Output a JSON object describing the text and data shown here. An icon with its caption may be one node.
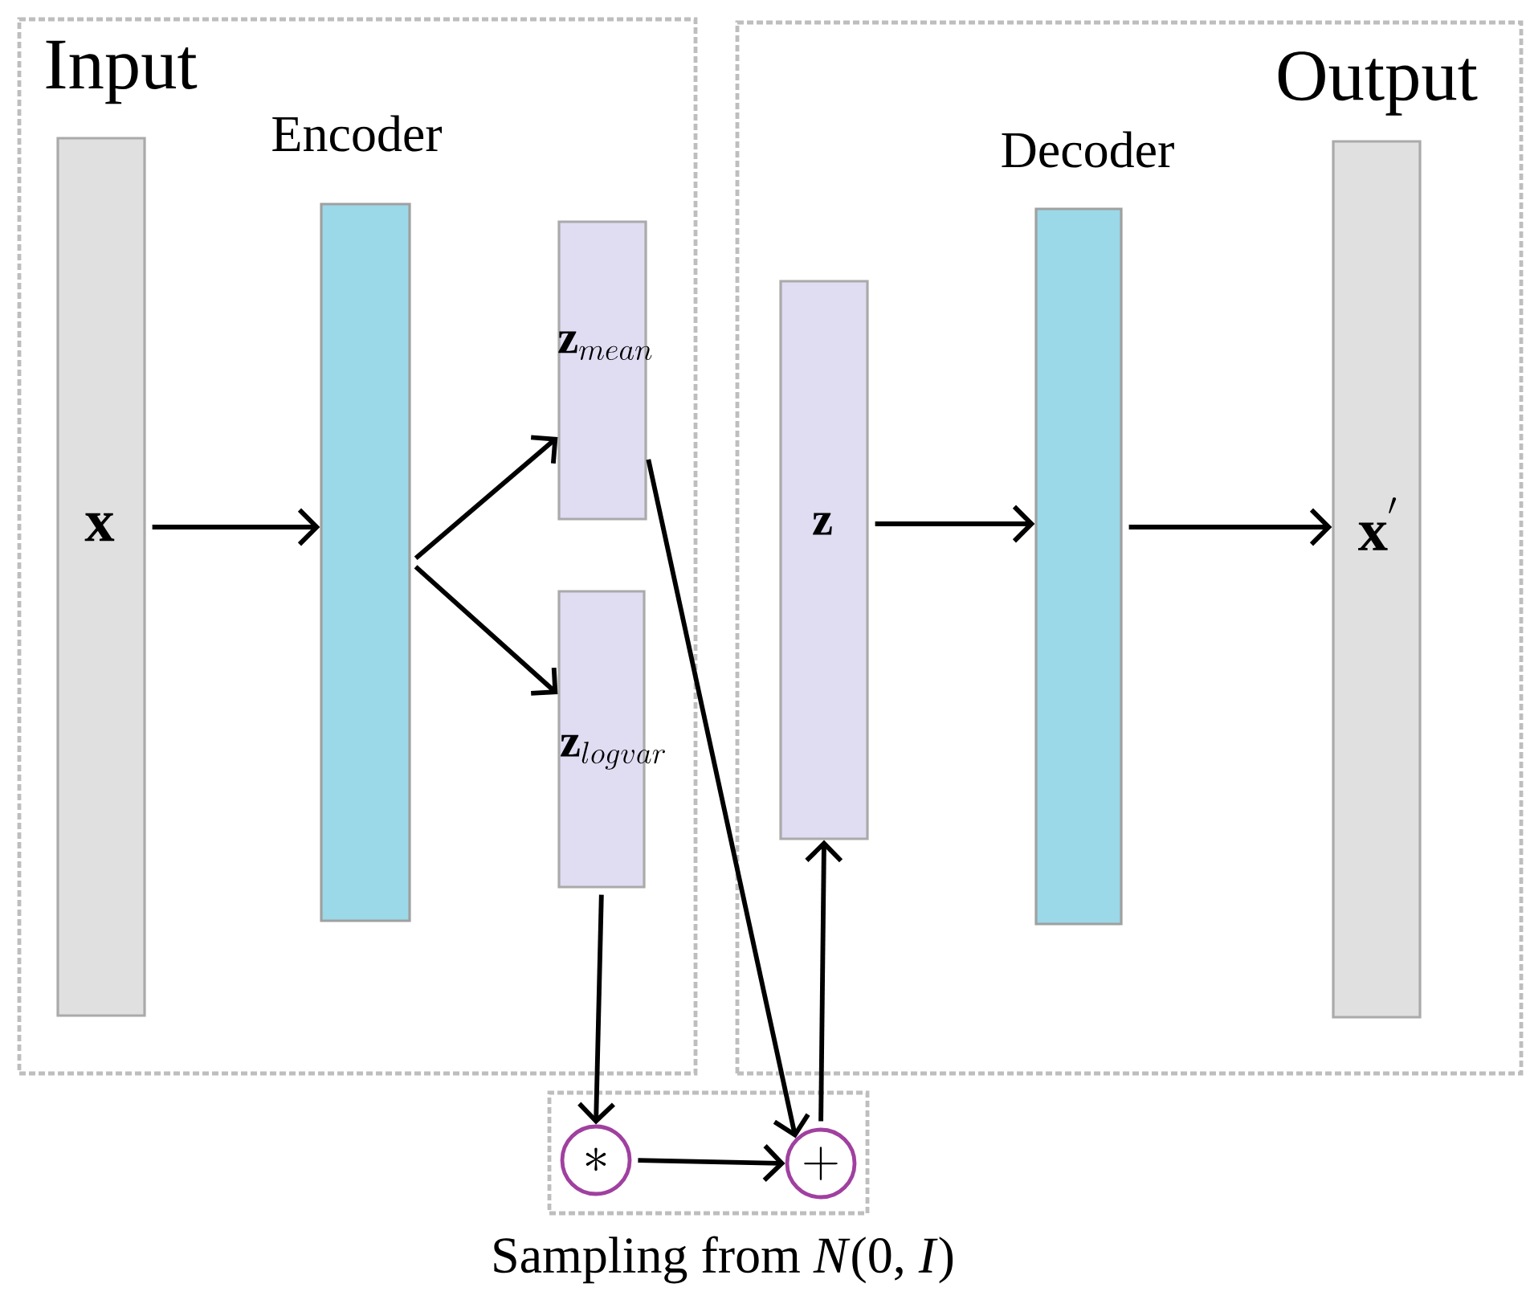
{
  "diagram": {
    "nodes": [
      {
        "text": [
          "Input"
        ]
      },
      {
        "text": [
          "\\mathbf{x}"
        ],
        "in": 0
      },
      {
        "text": [
          "Encoder"
        ],
        "in": 0
      },
      {
        "text": [
          "\\mathbf{z}_{mean}"
        ],
        "in": 0
      },
      {
        "text": [
          "\\mathbf{z}_{logvar}"
        ],
        "in": 0
      },
      {
        "text": [
          "Output"
        ]
      },
      {
        "text": [
          "\\mathbf{z}"
        ],
        "in": 5
      },
      {
        "text": [
          "Decoder"
        ],
        "in": 5
      },
      {
        "text": [
          "\\mathbf{x}^{'}"
        ],
        "in": 5
      },
      {
        "text": [
          "Sampling from *N*(0, *I*)"
        ]
      },
      {
        "text": [
          "\\ast"
        ],
        "in": 9
      },
      {
        "text": [
          "+"
        ],
        "in": 9
      }
    ],
    "edges": [
      {
        "from": 1,
        "to": 2,
        "arrow": "to"
      },
      {
        "from": 2,
        "to": 3,
        "arrow": "to"
      },
      {
        "from": 2,
        "to": 4,
        "arrow": "to"
      },
      {
        "from": 4,
        "to": 10,
        "arrow": "to"
      },
      {
        "from": 10,
        "to": 11,
        "arrow": "to"
      },
      {
        "from": 3,
        "to": 11,
        "arrow": "to"
      },
      {
        "from": 11,
        "to": 6,
        "arrow": "to"
      },
      {
        "from": 6,
        "to": 7,
        "arrow": "to"
      },
      {
        "from": 7,
        "to": 8,
        "arrow": "to"
      }
    ]
  }
}
